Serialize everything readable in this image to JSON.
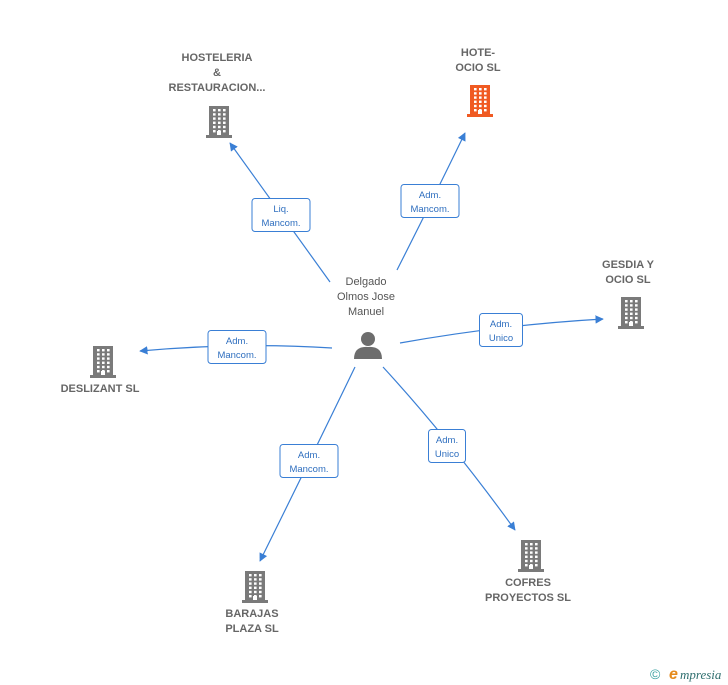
{
  "center": {
    "name_lines": [
      "Delgado",
      "Olmos Jose",
      "Manuel"
    ],
    "icon": "person-icon"
  },
  "companies": [
    {
      "id": "hosteleria",
      "lines": [
        "HOSTELERIA",
        "&",
        "RESTAURACION..."
      ],
      "icon": "building-icon",
      "color": "#7a7a7a"
    },
    {
      "id": "hote-ocio",
      "lines": [
        "HOTE-",
        "OCIO  SL"
      ],
      "icon": "building-icon",
      "color": "#f05a22"
    },
    {
      "id": "gesdia",
      "lines": [
        "GESDIA Y",
        "OCIO SL"
      ],
      "icon": "building-icon",
      "color": "#7a7a7a"
    },
    {
      "id": "deslizant",
      "lines": [
        "DESLIZANT SL"
      ],
      "icon": "building-icon",
      "color": "#7a7a7a"
    },
    {
      "id": "cofres",
      "lines": [
        "COFRES",
        "PROYECTOS SL"
      ],
      "icon": "building-icon",
      "color": "#7a7a7a"
    },
    {
      "id": "barajas",
      "lines": [
        "BARAJAS",
        "PLAZA  SL"
      ],
      "icon": "building-icon",
      "color": "#7a7a7a"
    }
  ],
  "relations": [
    {
      "target": "hosteleria",
      "lines": [
        "Liq.",
        "Mancom."
      ]
    },
    {
      "target": "hote-ocio",
      "lines": [
        "Adm.",
        "Mancom."
      ]
    },
    {
      "target": "gesdia",
      "lines": [
        "Adm.",
        "Unico"
      ]
    },
    {
      "target": "deslizant",
      "lines": [
        "Adm.",
        "Mancom."
      ]
    },
    {
      "target": "cofres",
      "lines": [
        "Adm.",
        "Unico"
      ]
    },
    {
      "target": "barajas",
      "lines": [
        "Adm.",
        "Mancom."
      ]
    }
  ],
  "colors": {
    "edge": "#3a7fd5",
    "building": "#7a7a7a",
    "highlight": "#f05a22",
    "person": "#6d6d6d"
  },
  "footer": {
    "copyright_symbol": "©",
    "brand_initial": "e",
    "brand_rest": "mpresia"
  }
}
